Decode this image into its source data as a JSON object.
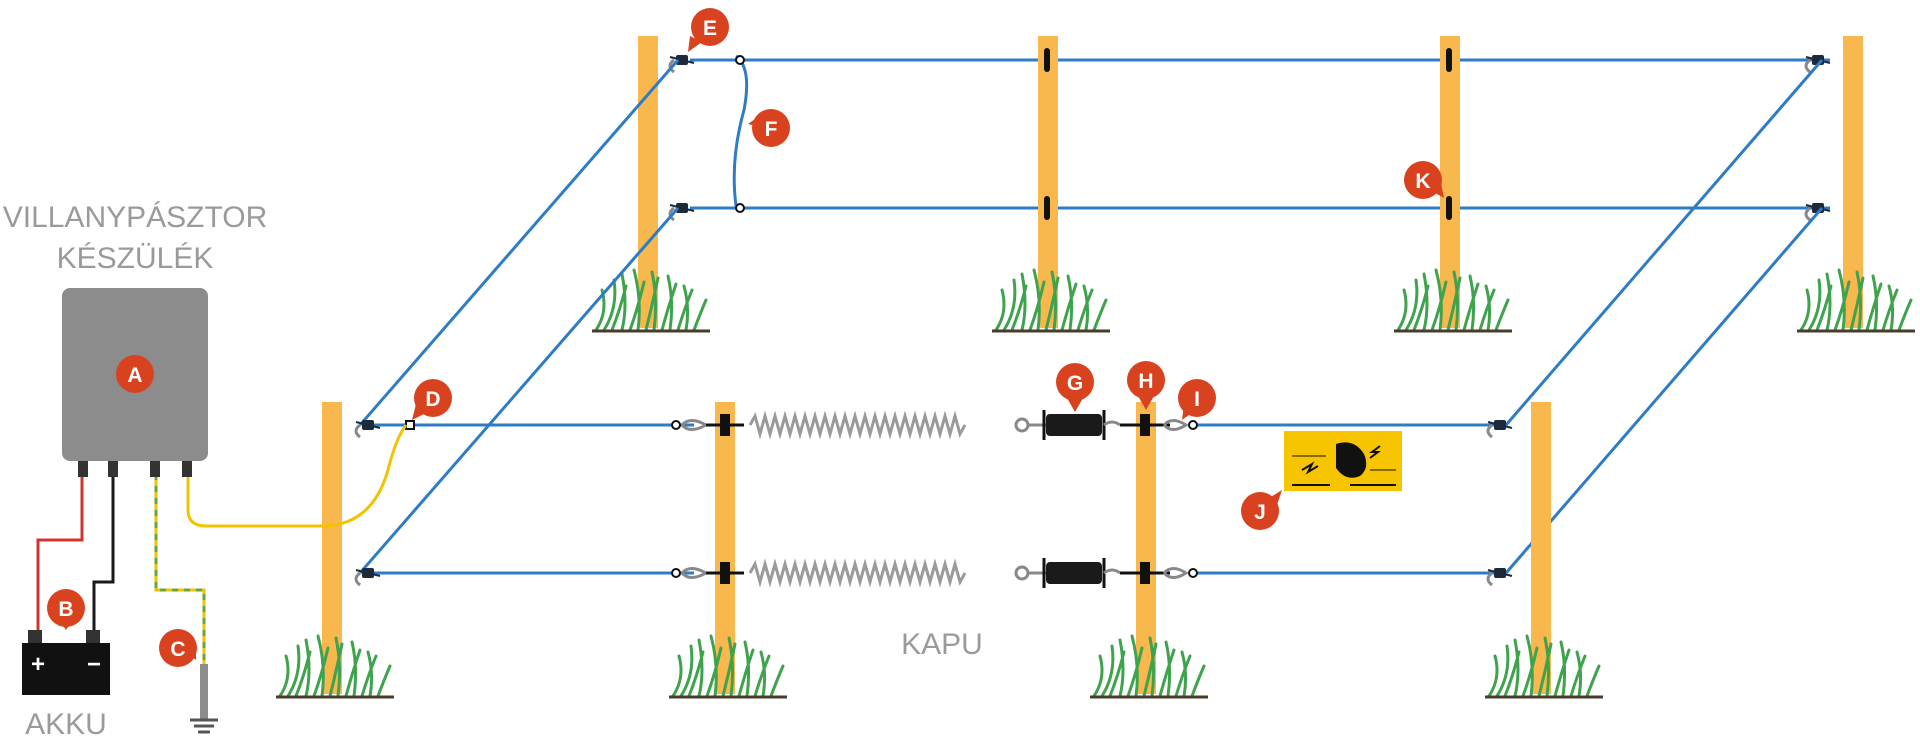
{
  "labels": {
    "energizer_line1": "VILLANYPÁSZTOR",
    "energizer_line2": "KÉSZÜLÉK",
    "battery": "AKKU",
    "gate": "KAPU",
    "battery_plus": "+",
    "battery_minus": "−"
  },
  "markers": [
    "A",
    "B",
    "C",
    "D",
    "E",
    "F",
    "G",
    "H",
    "I",
    "J",
    "K"
  ],
  "colors": {
    "post": "#F8B84E",
    "wire": "#2E7BC6",
    "lead_yellow": "#F2C200",
    "lead_red": "#D0342C",
    "lead_black": "#1a1a1a",
    "ground_green": "#6BA539",
    "marker": "#D9421F",
    "grass": "#3FA34D",
    "energizer": "#8C8C8C",
    "sign": "#F7C500",
    "label_gray": "#9a9a9a"
  },
  "icons": [
    "grass-icon",
    "ground-icon",
    "battery-icon",
    "energizer-icon",
    "warning-sign-icon",
    "spring-icon",
    "insulator-icon"
  ]
}
